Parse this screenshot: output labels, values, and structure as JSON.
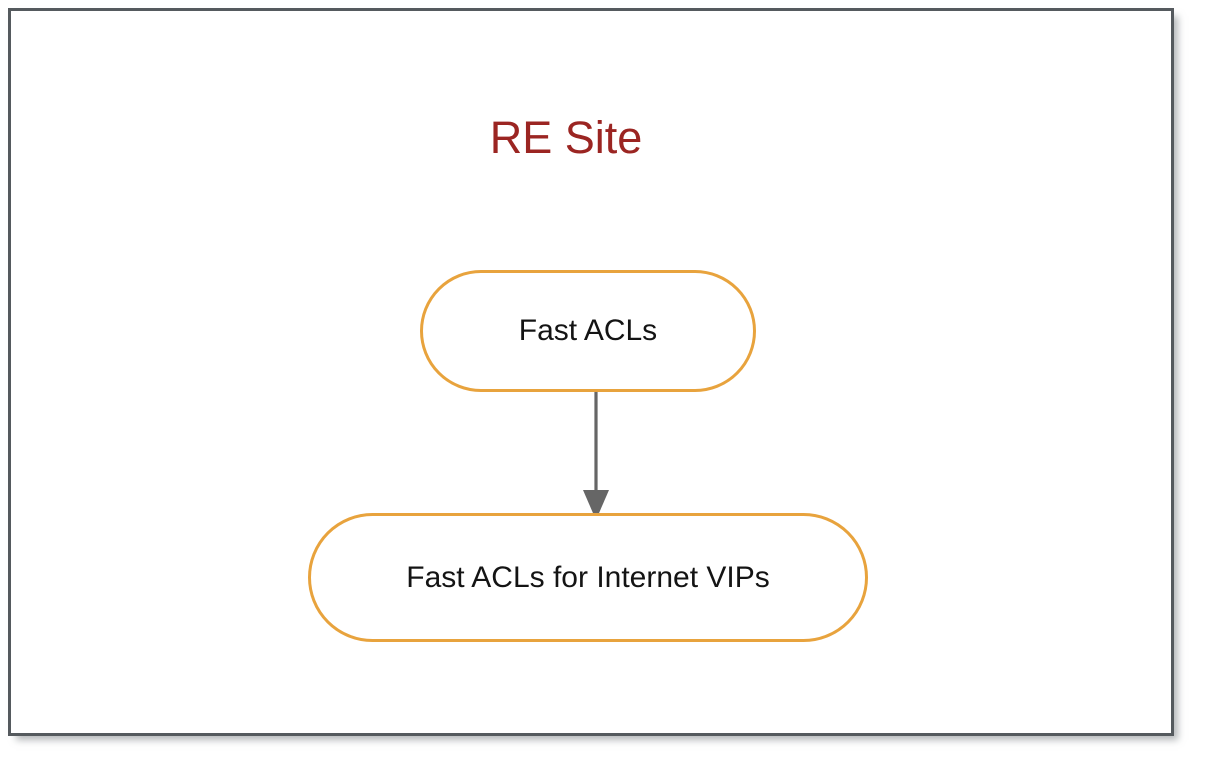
{
  "diagram": {
    "type": "flowchart",
    "title": "RE Site",
    "title_color": "#9b2522",
    "node_border_color": "#e8a33d",
    "node_fill_color": "#ffffff",
    "connector_color": "#666666",
    "frame_border_color": "#555a5e",
    "background_color": "#ffffff",
    "nodes": [
      {
        "id": "fast-acls",
        "label": "Fast ACLs",
        "shape": "stadium"
      },
      {
        "id": "fast-acls-internet-vips",
        "label": "Fast ACLs for Internet VIPs",
        "shape": "stadium"
      }
    ],
    "edges": [
      {
        "id": "fast-acls-to-internet-vips",
        "from": "fast-acls",
        "to": "fast-acls-internet-vips",
        "label": "",
        "arrowhead": "filled-triangle",
        "direction": "down"
      }
    ]
  }
}
